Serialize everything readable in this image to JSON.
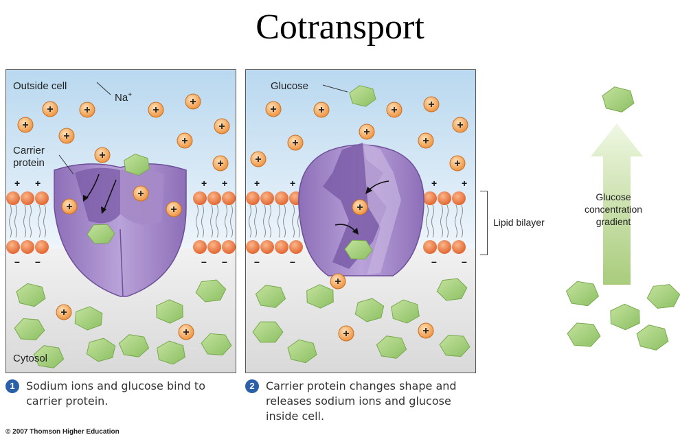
{
  "title": "Cotransport",
  "panel1": {
    "outside_label": "Outside cell",
    "na_label": "Na",
    "na_sup": "+",
    "carrier_label_line1": "Carrier",
    "carrier_label_line2": "protein",
    "cytosol_label": "Cytosol"
  },
  "panel2": {
    "glucose_label": "Glucose"
  },
  "captions": {
    "step1_number": "1",
    "step1_text": "Sodium ions and glucose bind to carrier protein.",
    "step2_number": "2",
    "step2_text": "Carrier protein changes shape and releases sodium ions and glucose inside cell."
  },
  "lipid_bilayer_label": "Lipid bilayer",
  "gradient_label": "Glucose concentration gradient",
  "copyright": "© 2007 Thomson Higher Education",
  "colors": {
    "outside_top": "#b9d8ef",
    "outside_bottom": "#eaf3fa",
    "cytosol": "#e2e2e2",
    "lipid_head": "#e9793f",
    "protein": "#9a7fc0",
    "protein_dark": "#7a5aa6",
    "sodium": "#f3a04a",
    "glucose": "#a6d07c",
    "arrow": "#c8e3a0",
    "step_badge": "#2b5fa8"
  },
  "icons": [
    "sodium-ion-icon",
    "glucose-molecule-icon",
    "carrier-protein-icon",
    "gradient-arrow-icon"
  ]
}
